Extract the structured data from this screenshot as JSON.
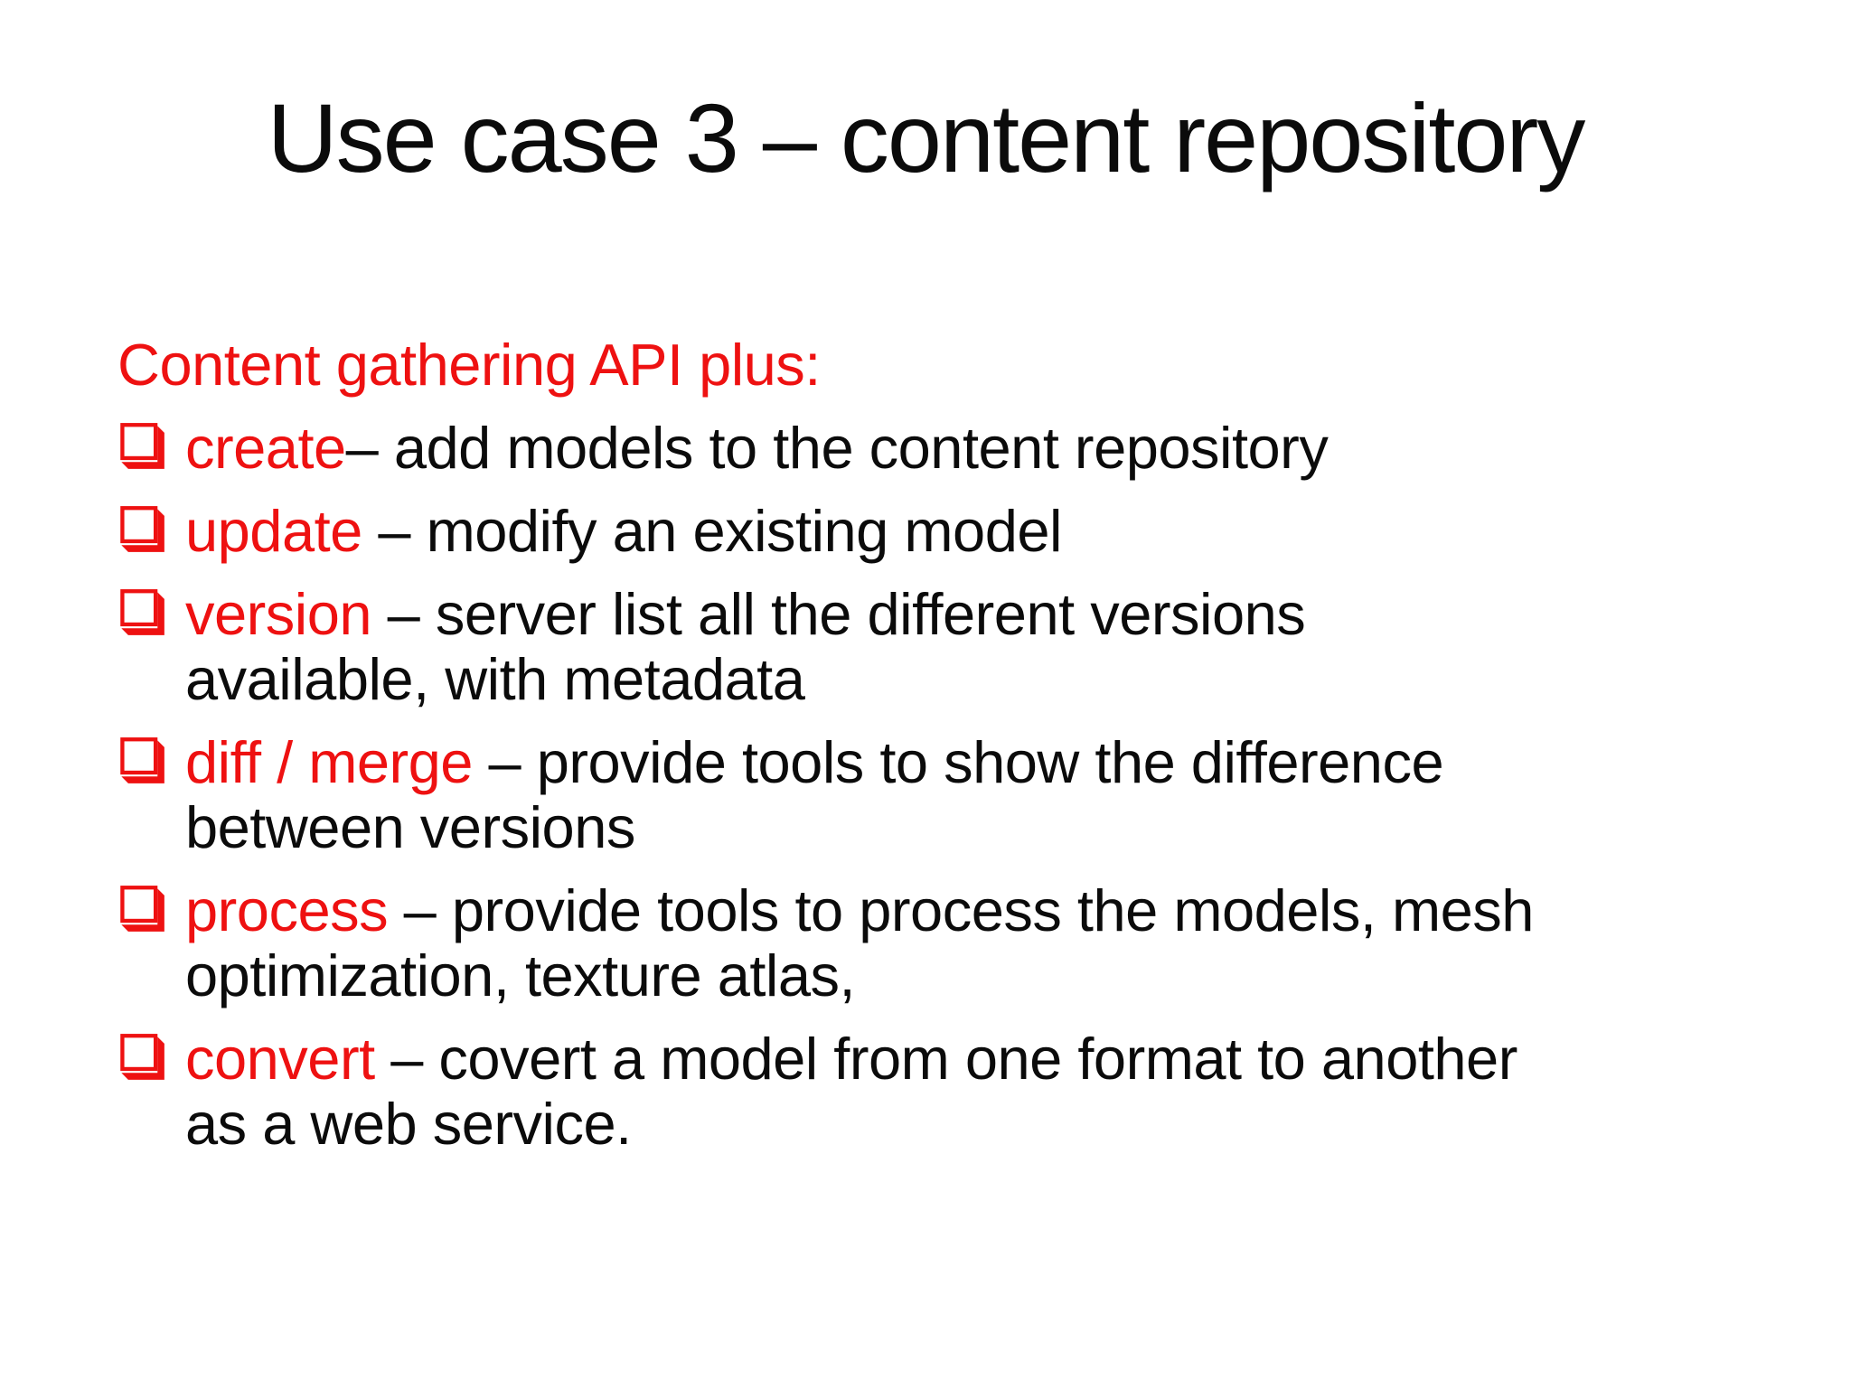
{
  "slide": {
    "title": "Use case 3 – content repository",
    "intro": "Content gathering API plus:",
    "bullets": [
      {
        "keyword": "create",
        "line1": "– add models to the content repository",
        "line2": ""
      },
      {
        "keyword": "update",
        "line1": " – modify an existing model",
        "line2": ""
      },
      {
        "keyword": "version",
        "line1": " – server list all the different versions",
        "line2": "available, with metadata"
      },
      {
        "keyword": "diff / merge",
        "line1": " – provide tools to show the difference",
        "line2": "between versions"
      },
      {
        "keyword": "process",
        "line1": " – provide tools to process the models, mesh",
        "line2": "optimization, texture atlas,"
      },
      {
        "keyword": "convert",
        "line1": " – covert a model from one format to another",
        "line2": "as a web service."
      }
    ],
    "bullet_icon": "shadowed-square-checkbox",
    "colors": {
      "accent_red": "#EE1111",
      "text_black": "#0B0B0B",
      "background": "#FFFFFF"
    }
  }
}
